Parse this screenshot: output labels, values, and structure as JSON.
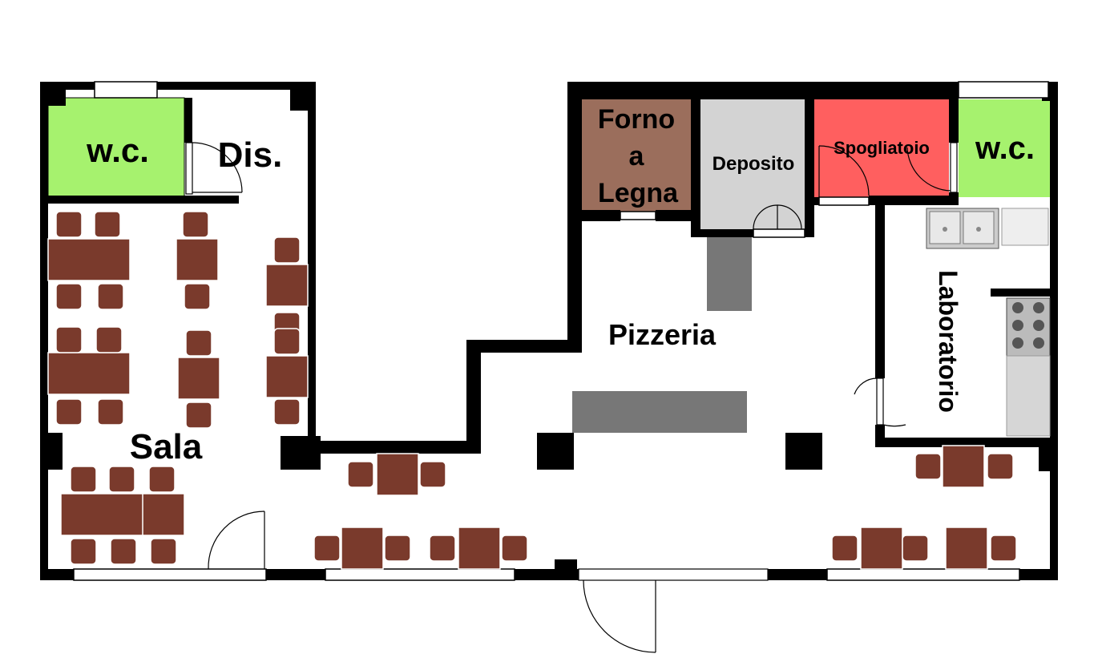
{
  "rooms": {
    "wc_left": "w.c.",
    "dis": "Dis.",
    "sala": "Sala",
    "forno_line1": "Forno",
    "forno_line2": "a",
    "forno_line3": "Legna",
    "deposito": "Deposito",
    "spogliatoio": "Spogliatoio",
    "wc_right": "w.c.",
    "pizzeria": "Pizzeria",
    "laboratorio": "Laboratorio"
  },
  "colors": {
    "wall": "#000000",
    "wc": "#a6f26e",
    "forno": "#9b6e5c",
    "deposito": "#d3d3d3",
    "spogliatoio": "#ff5f5f",
    "furniture": "#7a3a2c",
    "counter": "#777777"
  },
  "icons": [
    "sink-icon",
    "stove-icon",
    "door-swing-icon",
    "table-icon",
    "chair-icon"
  ]
}
